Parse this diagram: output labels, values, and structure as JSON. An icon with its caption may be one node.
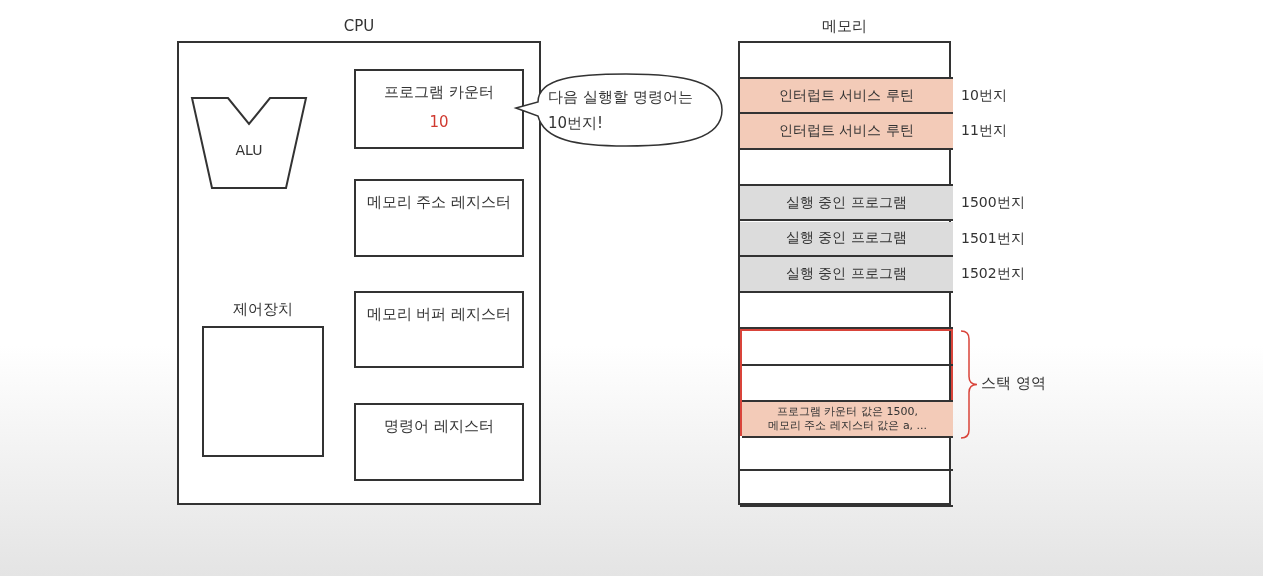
{
  "diagram": {
    "nodes": [
      {
        "text": [
          "CPU"
        ]
      },
      {
        "text": [
          "ALU"
        ],
        "in": 0
      },
      {
        "text": [
          "프로그램 카운터",
          "10"
        ],
        "in": 0
      },
      {
        "text": [
          "다음 실행할 명령어는 10번지!"
        ]
      },
      {
        "text": [
          "메모리 주소 레지스터"
        ],
        "in": 0
      },
      {
        "text": [
          "제어장치"
        ],
        "in": 0
      },
      {
        "text": [
          "메모리 버퍼 레지스터"
        ],
        "in": 0
      },
      {
        "text": [
          "명령어 레지스터"
        ],
        "in": 0
      },
      {
        "text": [
          "메모리"
        ]
      },
      {
        "text": [],
        "shape": "box",
        "in": 8
      },
      {
        "text": [
          "인터럽트 서비스 루틴"
        ],
        "beside": [
          "10번지"
        ],
        "in": 8
      },
      {
        "text": [
          "인터럽트 서비스 루틴"
        ],
        "beside": [
          "11번지"
        ],
        "in": 8
      },
      {
        "text": [],
        "shape": "box",
        "in": 8
      },
      {
        "text": [
          "실행 중인 프로그램"
        ],
        "beside": [
          "1500번지"
        ],
        "in": 8
      },
      {
        "text": [
          "실행 중인 프로그램"
        ],
        "beside": [
          "1501번지"
        ],
        "in": 8
      },
      {
        "text": [
          "실행 중인 프로그램"
        ],
        "beside": [
          "1502번지"
        ],
        "in": 8
      },
      {
        "text": [],
        "shape": "box",
        "in": 8
      },
      {
        "text": [],
        "shape": "box",
        "beside": [
          "스택 영역"
        ],
        "in": 8
      },
      {
        "text": [],
        "shape": "box",
        "in": 17
      },
      {
        "text": [],
        "shape": "box",
        "in": 17
      },
      {
        "text": [
          "프로그램 카운터 값은 1500, 메모리 주소 레지스터 값은 a, ..."
        ],
        "in": 17
      },
      {
        "text": [],
        "shape": "box",
        "in": 8
      },
      {
        "text": [],
        "shape": "box",
        "in": 8
      }
    ]
  }
}
